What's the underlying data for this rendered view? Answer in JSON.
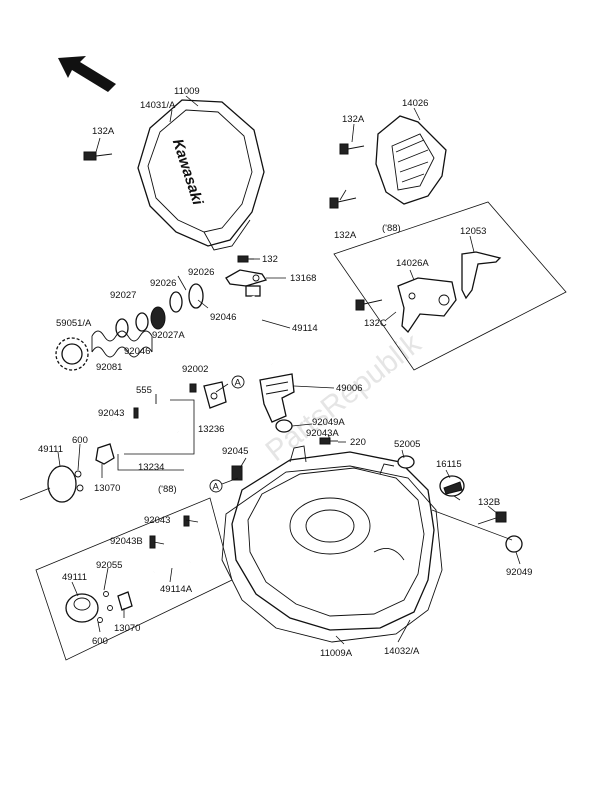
{
  "watermark": "PartsRepublik",
  "cover_brand": "Kawasaki",
  "year_note": "('88)",
  "callouts": {
    "p11009": "11009",
    "p14031": "14031/A",
    "p132A_1": "132A",
    "p132A_2": "132A",
    "p132A_3": "132A",
    "p14026": "14026",
    "p132": "132",
    "p13168": "13168",
    "p49114": "49114",
    "p92026_1": "92026",
    "p92026_2": "92026",
    "p92027": "92027",
    "p92027A": "92027A",
    "p92046_1": "92046",
    "p92046_2": "92046",
    "p59051": "59051/A",
    "p92081": "92081",
    "p92002": "92002",
    "p49006": "49006",
    "p555": "555",
    "p92043_1": "92043",
    "p13236": "13236",
    "p13234": "13234",
    "p92049A": "92049A",
    "p92043A": "92043A",
    "p220": "220",
    "p49111_1": "49111",
    "p600_1": "600",
    "p13070_1": "13070",
    "p92045": "92045",
    "p52005": "52005",
    "p16115": "16115",
    "p132B": "132B",
    "p92049": "92049",
    "p11009A": "11009A",
    "p14032": "14032/A",
    "p12053": "12053",
    "p14026A": "14026A",
    "p132C": "132C",
    "p92043_2": "92043",
    "p92043B": "92043B",
    "p92055": "92055",
    "p49111_2": "49111",
    "p49114A": "49114A",
    "p13070_2": "13070",
    "p600_2": "600"
  },
  "markers": {
    "a1": "A",
    "a2": "A"
  }
}
